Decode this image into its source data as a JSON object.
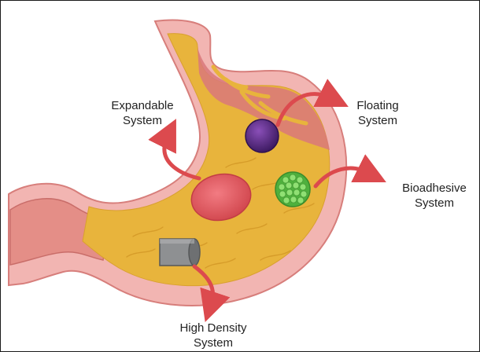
{
  "labels": {
    "expandable": {
      "line1": "Expandable",
      "line2": "System"
    },
    "floating": {
      "line1": "Floating",
      "line2": "System"
    },
    "bioadhesive": {
      "line1": "Bioadhesive",
      "line2": "System"
    },
    "high_density": {
      "line1": "High Density",
      "line2": "System"
    }
  },
  "colors": {
    "stomach_wall": "#f2b5b2",
    "stomach_outline": "#d77e7b",
    "chyme": "#e8b43c",
    "mucosa": "#d9787a",
    "expandable_system": "#e05e66",
    "floating_system": "#5b2a86",
    "bioadhesive_system": "#5fc748",
    "high_density_system": "#8e9092",
    "arrow": "#dc4a4e"
  }
}
